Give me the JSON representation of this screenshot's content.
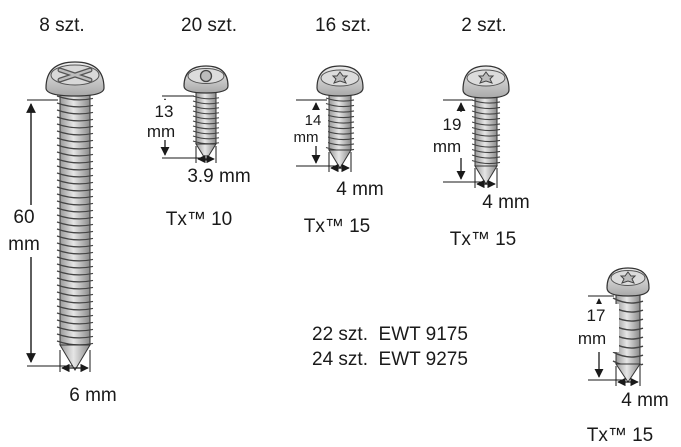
{
  "screws": [
    {
      "count": "8 szt.",
      "length": [
        "60",
        "mm"
      ],
      "diameter": "6 mm",
      "drive": "",
      "head": "phillips-head-icon"
    },
    {
      "count": "20 szt.",
      "length": [
        "13",
        "mm"
      ],
      "diameter": "3.9 mm",
      "drive": "Tx™ 10",
      "head": "torx-head-icon"
    },
    {
      "count": "16 szt.",
      "length": [
        "14",
        "mm"
      ],
      "diameter": "4 mm",
      "drive": "Tx™ 15",
      "head": "torx-head-icon"
    },
    {
      "count": "2 szt.",
      "length": [
        "19",
        "mm"
      ],
      "diameter": "4 mm",
      "drive": "Tx™ 15",
      "head": "torx-head-icon"
    },
    {
      "count": "",
      "length": [
        "17",
        "mm"
      ],
      "diameter": "4 mm",
      "drive": "Tx™ 15",
      "head": "torx-head-icon"
    }
  ],
  "notes": [
    "22 szt.  EWT 9175",
    "24 szt.  EWT 9275"
  ],
  "colors": {
    "metal": "#d4d4d4",
    "metal_dark": "#8c8c8c",
    "line": "#1a1a1a"
  }
}
